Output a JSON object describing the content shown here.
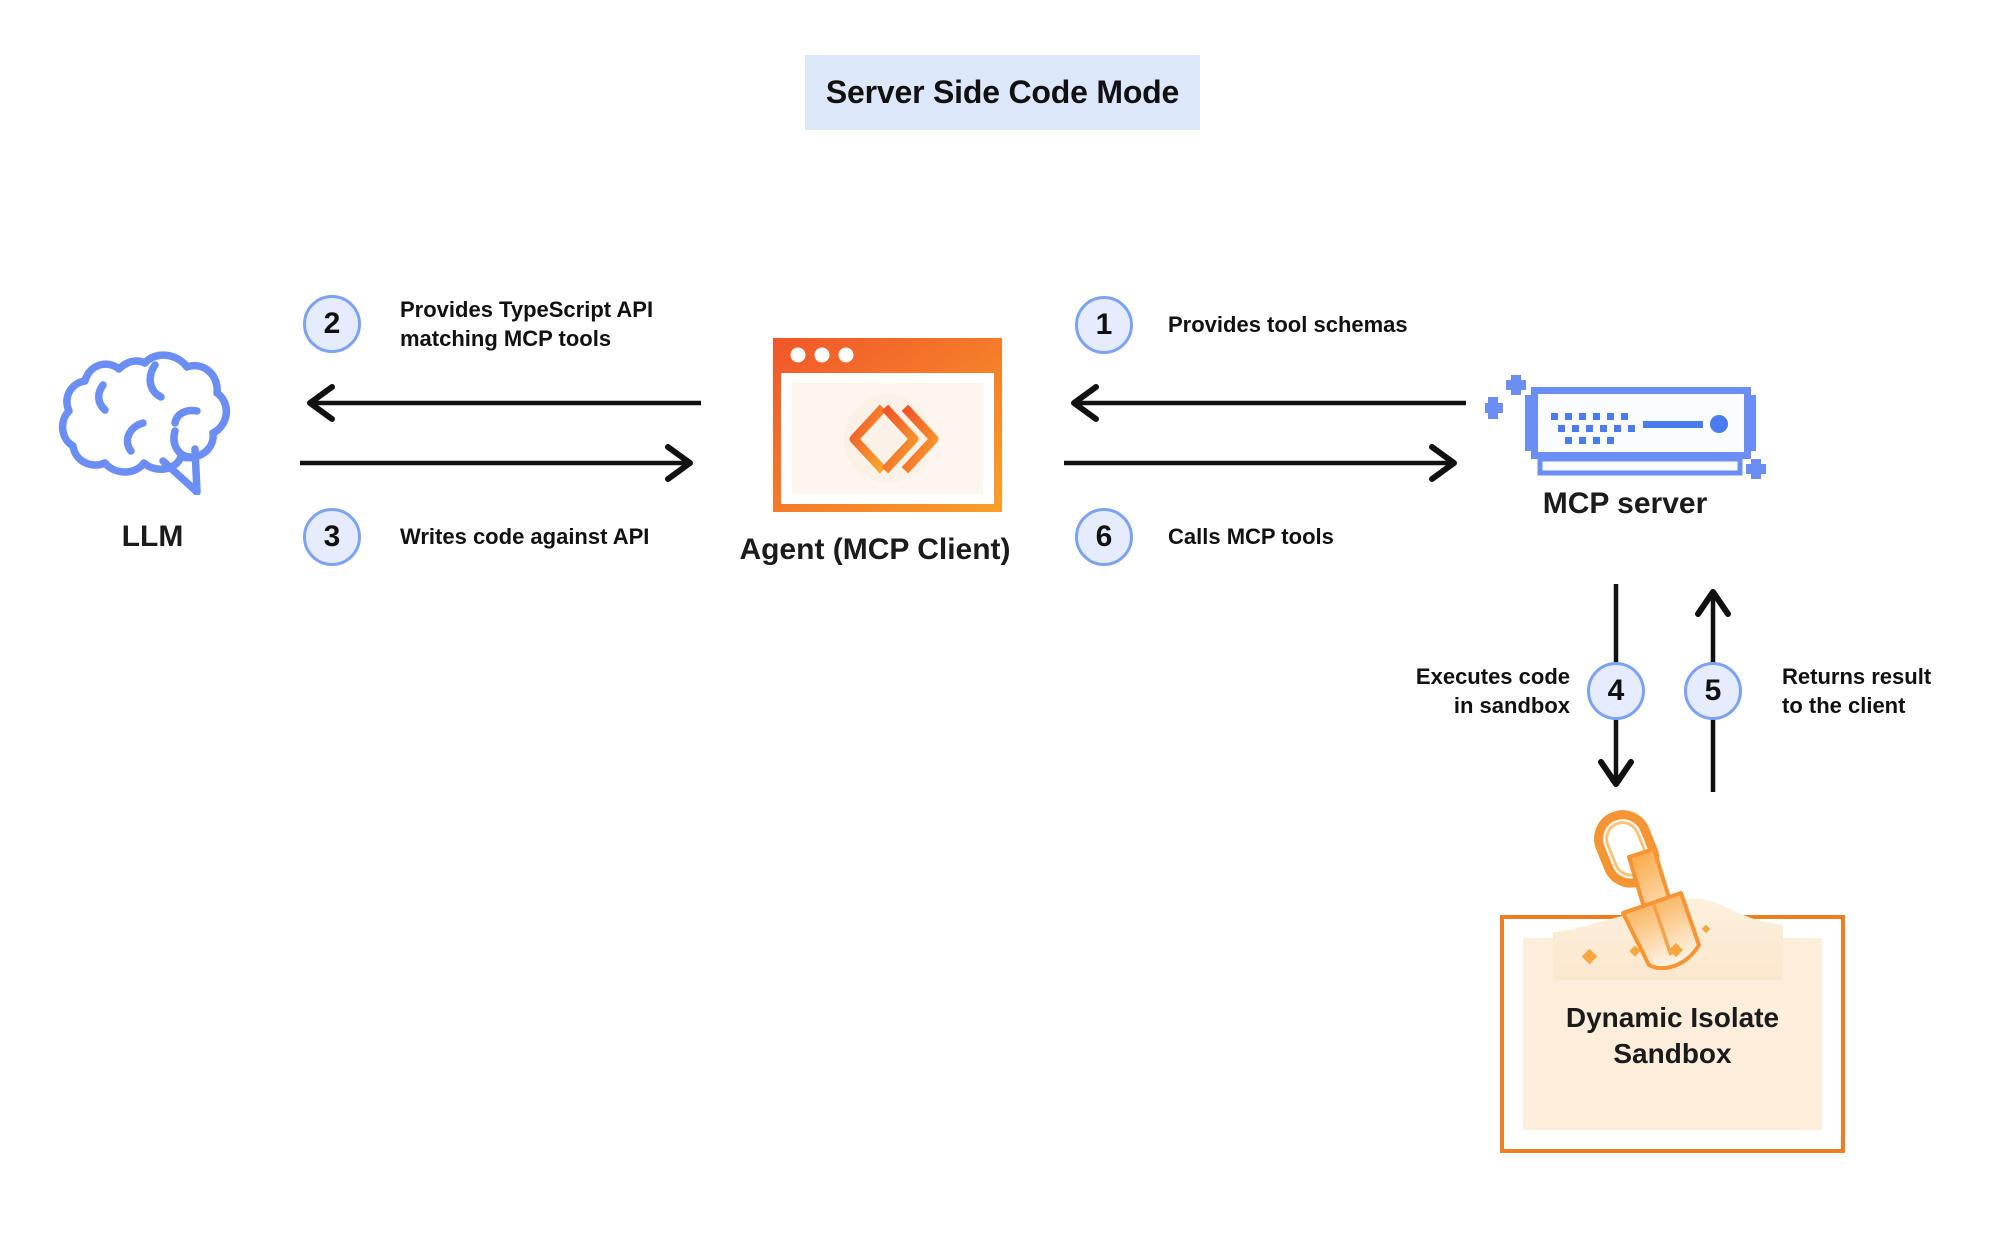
{
  "title": "Server Side Code Mode",
  "nodes": {
    "llm": {
      "label": "LLM",
      "icon": "brain-icon",
      "color": "#6b8ef5"
    },
    "agent": {
      "label": "Agent (MCP Client)",
      "icon": "browser-window-code-icon",
      "color": "#f5802a"
    },
    "server": {
      "label": "MCP server",
      "icon": "server-rack-icon",
      "color": "#6b8ef5"
    },
    "sandbox": {
      "label": "Dynamic Isolate\nSandbox",
      "icon": "shovel-sand-icon",
      "color": "#ef7e20"
    }
  },
  "steps": [
    {
      "number": "1",
      "text": "Provides tool schemas"
    },
    {
      "number": "2",
      "text": "Provides TypeScript API\nmatching MCP tools"
    },
    {
      "number": "3",
      "text": "Writes code against API"
    },
    {
      "number": "4",
      "text": "Executes code\nin sandbox"
    },
    {
      "number": "5",
      "text": "Returns result\nto the client"
    },
    {
      "number": "6",
      "text": "Calls MCP tools"
    }
  ],
  "colors": {
    "title_highlight": "#dce8fa",
    "badge_fill": "#e4ecfd",
    "badge_border": "#7da2f5",
    "blue_icon": "#6b8ef5",
    "orange": "#f5802a",
    "orange_dark": "#f05a28",
    "sandbox_border": "#ef7e20",
    "sandbox_fill": "#fceedb",
    "arrow": "#111111"
  }
}
